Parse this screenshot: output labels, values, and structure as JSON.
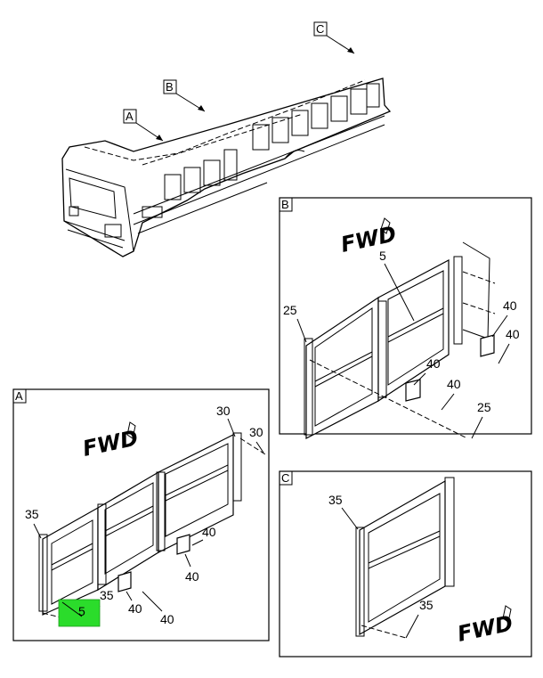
{
  "overview": {
    "callouts": [
      "C",
      "B",
      "A"
    ]
  },
  "panel_b": {
    "tag": "B",
    "fwd": "FWD",
    "labels": [
      "5",
      "25",
      "40",
      "40",
      "40",
      "40",
      "25"
    ]
  },
  "panel_a": {
    "tag": "A",
    "fwd": "FWD",
    "labels": [
      "30",
      "30",
      "35",
      "40",
      "40",
      "35",
      "5",
      "40",
      "40"
    ]
  },
  "panel_c": {
    "tag": "C",
    "fwd": "FWD",
    "labels": [
      "35",
      "35"
    ]
  },
  "highlight": {
    "color": "#2bdc2b",
    "label": "5"
  }
}
